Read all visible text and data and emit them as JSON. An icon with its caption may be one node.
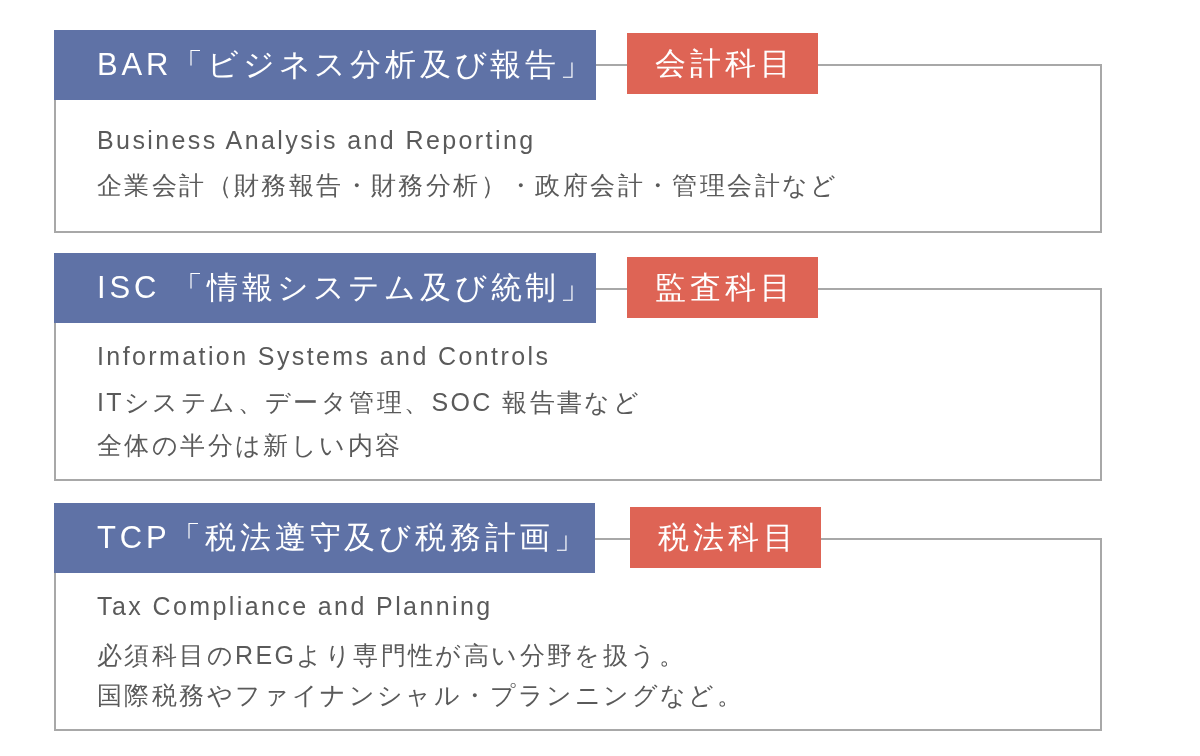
{
  "diagram": {
    "nodes": [
      {
        "text": [
          "BAR「ビジネス分析及び報告」"
        ]
      },
      {
        "text": [
          "会計科目"
        ]
      },
      {
        "text": [
          "Business Analysis and Reporting",
          "企業会計（財務報告・財務分析）・政府会計・管理会計など"
        ]
      },
      {
        "text": [
          "ISC 「情報システム及び統制」"
        ]
      },
      {
        "text": [
          "監査科目"
        ]
      },
      {
        "text": [
          "Information Systems and Controls",
          "ITシステム、データ管理、SOC 報告書など",
          "全体の半分は新しい内容"
        ]
      },
      {
        "text": [
          "TCP「税法遵守及び税務計画」"
        ]
      },
      {
        "text": [
          "税法科目"
        ]
      },
      {
        "text": [
          "Tax Compliance and Planning",
          "必須科目のREGより専門性が高い分野を扱う。",
          "国際税務やファイナンシャル・プランニングなど。"
        ]
      }
    ]
  }
}
